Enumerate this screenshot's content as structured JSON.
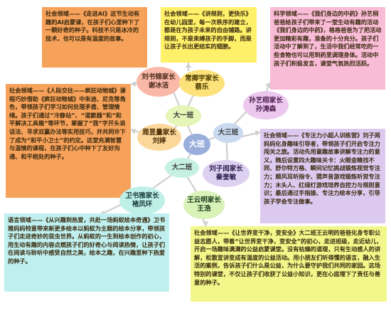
{
  "center": {
    "label": "大班"
  },
  "groups": [
    {
      "id": "class1",
      "label": "大一班",
      "color": "#e6f5b8"
    },
    {
      "id": "class2",
      "label": "大二班",
      "color": "#c6f1e2"
    },
    {
      "id": "class3",
      "label": "大三班",
      "color": "#c9d9f0"
    }
  ],
  "parents": [
    {
      "id": "p1",
      "label": "刘书锦家长\n谢冰洁",
      "color": "#f9b8a8"
    },
    {
      "id": "p2",
      "label": "常卿宇家长\n蔡乐",
      "color": "#fde27a"
    },
    {
      "id": "p3",
      "label": "周昱量家长\n刘婷",
      "color": "#fbd79a"
    },
    {
      "id": "p4",
      "label": "孙艺栩家长\n孙涛森",
      "color": "#ecc8ee"
    },
    {
      "id": "p5",
      "label": "刘子阅家长\n秦奎敏",
      "color": "#ddd0f0"
    },
    {
      "id": "p6",
      "label": "卫书雅家长\n褚凤环",
      "color": "#bff0e8"
    },
    {
      "id": "p7",
      "label": "王云明家长\n王浩",
      "color": "#d8f2b8"
    }
  ],
  "notes": {
    "n1": "社会领域——《走进AI》这节生动有趣的AI启蒙课，在孩子们心里种下了一颗好奇的种子。科技不只是冰冷的技术，也可以是有温度的故事。",
    "n2": "社会领域——《讲规则，更快乐》在幼儿园里，每一次秩序的建立，都是在为孩子未来的自由铺路。讲规则，不是束缚孩子的手脚，而是让孩子长出更结实的翅膀。",
    "n3": "科学领域——《我们身边的中药》孙艺栩爸爸给孩子们带来了一堂生动有趣的活动《我们身边的中药》，格格爸爸为了把活动更加精彩有趣，准备的十分充分。孩子们活动中了解到了，生活中我们经常吃的一些食物也可以用到药里调理身体。活动中孩子们积极发言，课堂气氛热烈活跃。",
    "n4": "社会领域——《人际交往——疯狂动物城》课程巧妙借助《疯狂动物城》中朱迪、尼克等角色，带领孩子们学习如何处理矛盾、管理情绪。孩子们通过“冷静站”、“道歉器”和“和平解决工具箱”等环节，掌握了“我”字开头说话法、寻求双赢办法等实用技巧，并共同许下了成为“和平小卫士”的约定。这堂充满智慧与温情的课程，在孩子们心中种下了友好沟通、和平相处的种子。",
    "n5": "社会领域——《专注力小超人训练营》刘子阅妈妈化身趣味引导者，带领孩子们开启专注力闯关之旅。活动先用童趣故事讲解专注力的意义，随后设置四大趣味关卡：火眼金睛找不同、舒尔特方格、瞬间记忆挑战锻炼视觉专注力；顺风耳听指令、猜声音游戏锻炼听觉专注力；木头人、红绿灯游戏培养自控力与规则意识；最后通过手指操、专注力绘本分享，引导孩子学会专注做事。",
    "n6": "语言领域——《从兴趣到热爱，共赴一场蚂蚁绘本奇遇》卫书雅妈妈特意带来新更多绘本以蚂蚁为主题的绘本分享，带领孩子们走进奇妙的昆虫世界。从蚂蚁的一生到绘本创作的初心，用生动有趣的内容点燃孩子们的好奇心与阅读热情，让孩子们在阅读与聆听中感受自然之美，绘本之趣，在兴趣里种下热爱的种子。",
    "n7": "社会领域——《让世界变干净，变安全》大二班王云明的爸爸化身专职公益志愿人，带着“让世界变干净，变安全”的初心，走进班级，走近幼儿，开启一场趣味满满的公益启蒙课堂。没有枯燥的道理，只有生动感人的讲解，松散宣讲变成有温度的公益活动。用小朋友们听得懂的语言，融入生活的案例，告诉孩子们什么是公益，为什么要守护我们共同的家园。这场特别的课堂，不仅让孩子们收获了公益小知识，更在心底埋下了责任与善意的种子。"
  },
  "colors": {
    "center": "#9aaedc",
    "link": "#cfcfcf",
    "note_orange": "#f7a25a",
    "note_yellow": "#fff06a",
    "note_pink": "#f9bcd6",
    "note_lavender": "#dcc9ef",
    "note_cyan": "#bff0ef",
    "note_lime": "#f1f78a"
  }
}
